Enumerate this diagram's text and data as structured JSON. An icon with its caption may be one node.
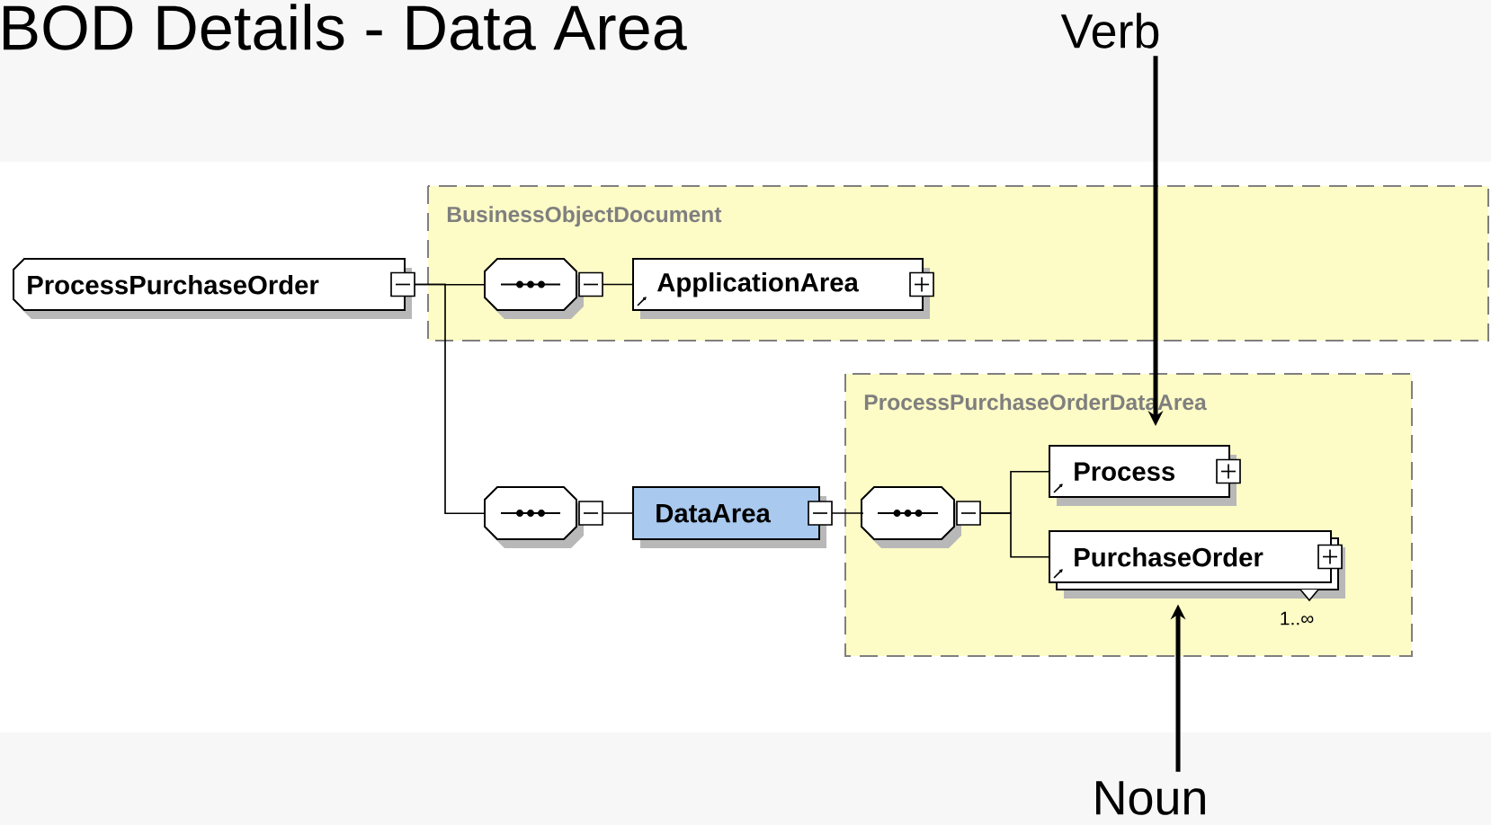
{
  "diagram": {
    "title": "BOD Details - Data Area",
    "nodes": [
      {
        "text": [
          "Verb"
        ]
      },
      {
        "text": [
          "ProcessPurchaseOrder"
        ]
      },
      {
        "text": [
          "BusinessObjectDocument"
        ]
      },
      {
        "text": [],
        "shape": "octagon",
        "in": 2
      },
      {
        "text": [
          "ApplicationArea"
        ],
        "in": 2
      },
      {
        "text": [],
        "shape": "octagon"
      },
      {
        "text": [
          "DataArea"
        ]
      },
      {
        "text": [
          "ProcessPurchaseOrderDataArea"
        ]
      },
      {
        "text": [],
        "shape": "octagon",
        "in": 7
      },
      {
        "text": [
          "Process"
        ],
        "in": 7
      },
      {
        "text": [
          "PurchaseOrder"
        ],
        "in": 7,
        "beside": [
          "1..∞"
        ]
      },
      {
        "text": [
          "Noun"
        ]
      }
    ],
    "edges": [
      {
        "from": 1,
        "to": 3,
        "arrow": "none"
      },
      {
        "from": 1,
        "to": 5,
        "arrow": "none"
      },
      {
        "from": 3,
        "to": 4,
        "arrow": "none"
      },
      {
        "from": 5,
        "to": 6,
        "arrow": "none"
      },
      {
        "from": 6,
        "to": 8,
        "arrow": "none"
      },
      {
        "from": 8,
        "to": 9,
        "arrow": "none"
      },
      {
        "from": 8,
        "to": 10,
        "arrow": "none"
      },
      {
        "from": 0,
        "to": 9,
        "arrow": "to",
        "style": "thick"
      },
      {
        "from": 11,
        "to": 10,
        "arrow": "to",
        "style": "thick"
      }
    ]
  }
}
